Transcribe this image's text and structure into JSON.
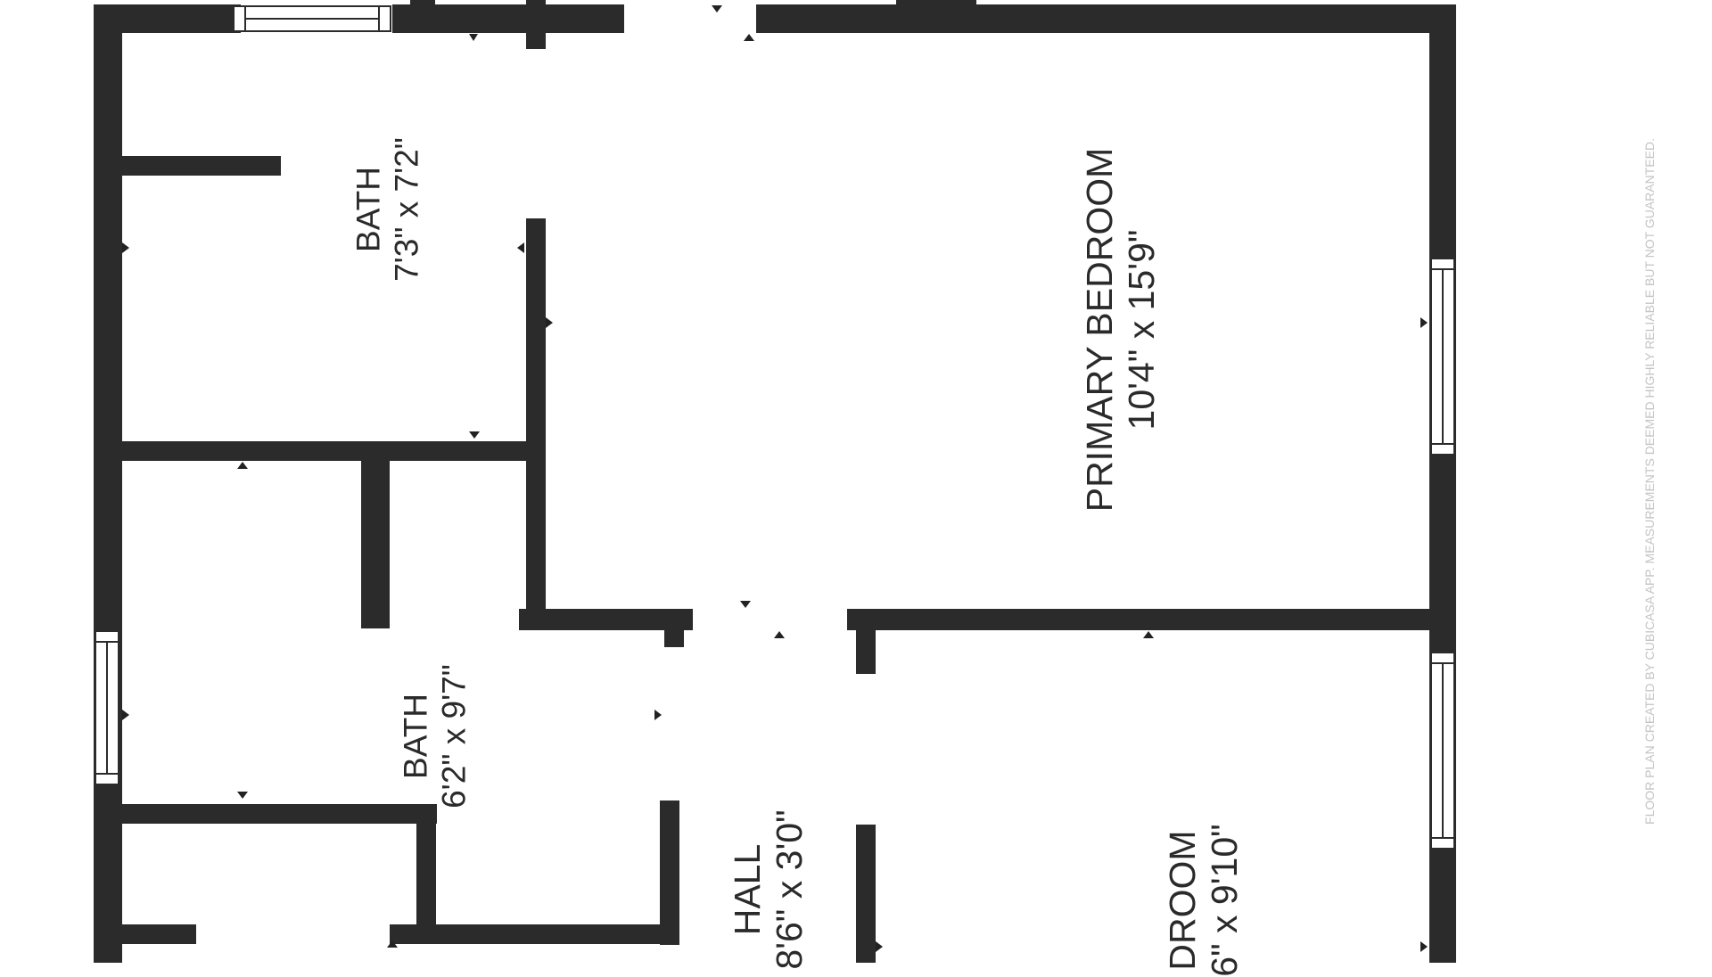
{
  "rooms": [
    {
      "id": "bath-upper",
      "name": "BATH",
      "dims": "7'3\" x 7'2\""
    },
    {
      "id": "primary-bedroom",
      "name": "PRIMARY BEDROOM",
      "dims": "10'4\" x 15'9\""
    },
    {
      "id": "bath-lower",
      "name": "BATH",
      "dims": "6'2\" x 9'7\""
    },
    {
      "id": "hall",
      "name": "HALL",
      "dims": "8'6\" x 3'0\""
    },
    {
      "id": "bedroom",
      "name": "DROOM",
      "dims": "6\" x 9'10\""
    }
  ],
  "disclaimer": "FLOOR PLAN CREATED BY CUBICASA APP. MEASUREMENTS DEEMED HIGHLY RELIABLE BUT NOT GUARANTEED.",
  "colors": {
    "wall": "#2b2b2b",
    "text": "#2a2a2a",
    "disclaimer": "#c4c4c4",
    "background": "#ffffff"
  }
}
